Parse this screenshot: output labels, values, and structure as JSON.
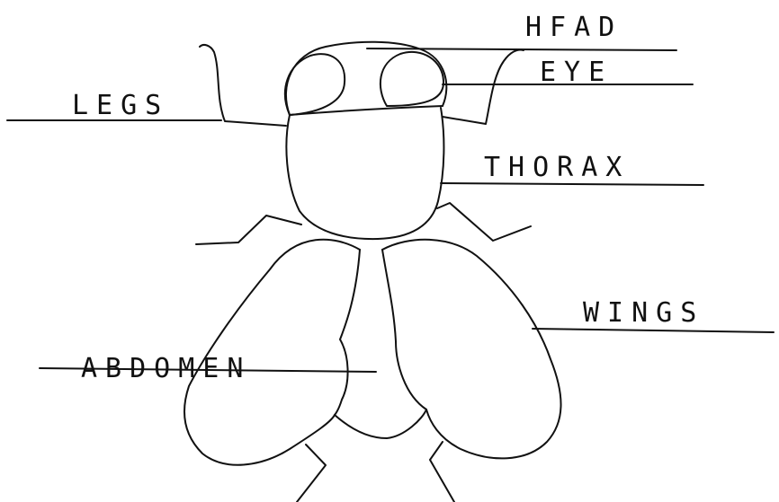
{
  "labels": {
    "head": "HFAD",
    "eye": "EYE",
    "legs": "LEGS",
    "thorax": "THORAX",
    "wings": "WINGS",
    "abdomen": "ABDOMEN"
  },
  "colors": {
    "ink": "#111111",
    "background": "#ffffff"
  }
}
